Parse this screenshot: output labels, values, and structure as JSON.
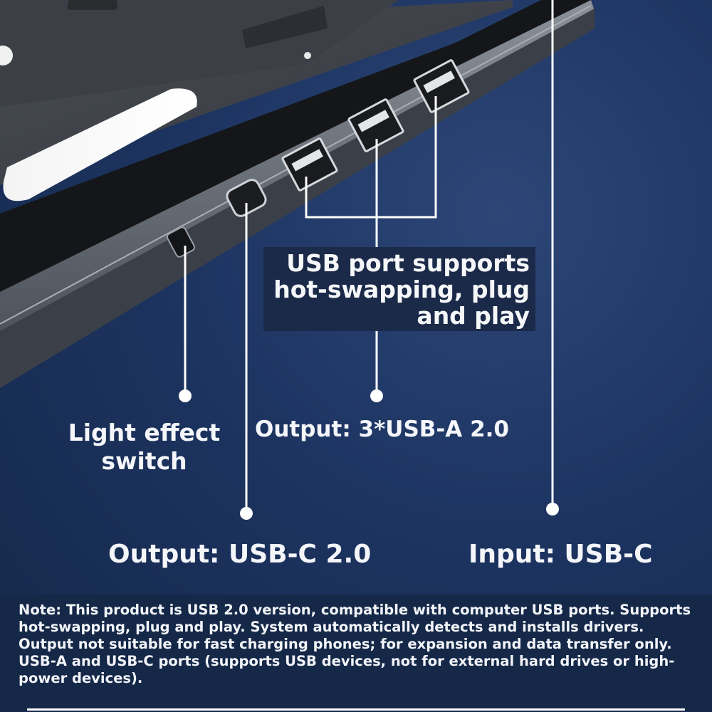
{
  "callouts": {
    "usb_hotswap": "USB port supports\nhot-swapping, plug\nand play",
    "light_switch": "Light effect switch",
    "usb_a_output": "Output: 3*USB-A 2.0",
    "usb_c_output": "Output: USB-C 2.0",
    "usb_c_input": "Input: USB-C"
  },
  "note": "Note: This product is USB 2.0 version, compatible with computer USB ports. Supports hot-swapping, plug and play. System automatically detects and installs drivers. Output not suitable for fast charging phones; for expansion and data transfer only. USB-A and USB-C ports (supports USB devices, not for external hard drives or high-power devices).",
  "colors": {
    "background": "#1d3461",
    "device_body": "#5b6068",
    "callout_box": "#1b2a48",
    "leader_line": "#ffffff"
  },
  "icons": [
    "usb-a-port-icon",
    "usb-c-port-icon",
    "light-switch-button-icon",
    "led-light-bar-icon"
  ]
}
